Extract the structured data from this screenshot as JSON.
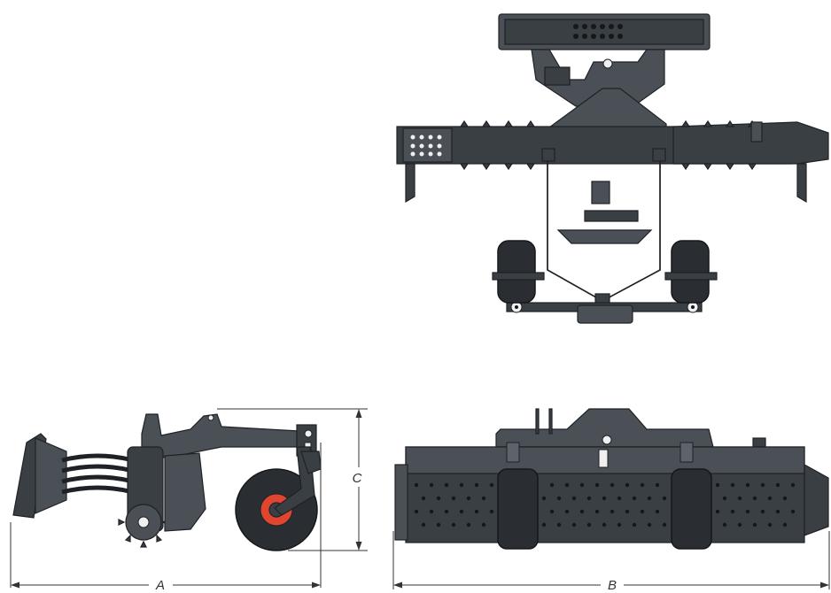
{
  "dimensions": {
    "a_label": "A",
    "b_label": "B",
    "c_label": "C"
  },
  "colors": {
    "body": "#3a3f44",
    "hub": "#e0452f",
    "background": "#ffffff"
  }
}
